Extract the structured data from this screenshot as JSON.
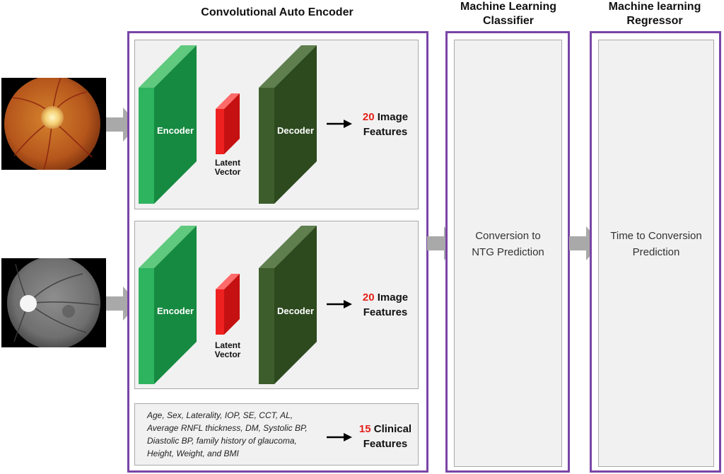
{
  "titles": {
    "autoencoder": "Convolutional Auto Encoder",
    "classifier_line1": "Machine Learning",
    "classifier_line2": "Classifier",
    "regressor_line1": "Machine learning",
    "regressor_line2": "Regressor"
  },
  "branch_top": {
    "encoder_label": "Encoder",
    "latent_line1": "Latent",
    "latent_line2": "Vector",
    "decoder_label": "Decoder",
    "feature_count": "20",
    "feature_word1": "Image",
    "feature_word2": "Features"
  },
  "branch_bottom": {
    "encoder_label": "Encoder",
    "latent_line1": "Latent",
    "latent_line2": "Vector",
    "decoder_label": "Decoder",
    "feature_count": "20",
    "feature_word1": "Image",
    "feature_word2": "Features"
  },
  "clinical": {
    "line1": "Age, Sex, Laterality, IOP, SE, CCT, AL,",
    "line2": "Average RNFL thickness, DM, Systolic BP,",
    "line3": "Diastolic BP, family history of glaucoma,",
    "line4": "Height, Weight, and BMI",
    "feature_count": "15",
    "feature_word1": "Clinical",
    "feature_word2": "Features"
  },
  "classifier": {
    "line1": "Conversion to",
    "line2": "NTG Prediction"
  },
  "regressor": {
    "line1": "Time to Conversion",
    "line2": "Prediction"
  },
  "colors": {
    "frame": "#7a45a6",
    "encoder_front": "#1fa153",
    "decoder_front": "#2f4d23",
    "latent": "#e51b1b",
    "highlight_number": "#e32119",
    "flow_arrow": "#a9a9a9"
  }
}
